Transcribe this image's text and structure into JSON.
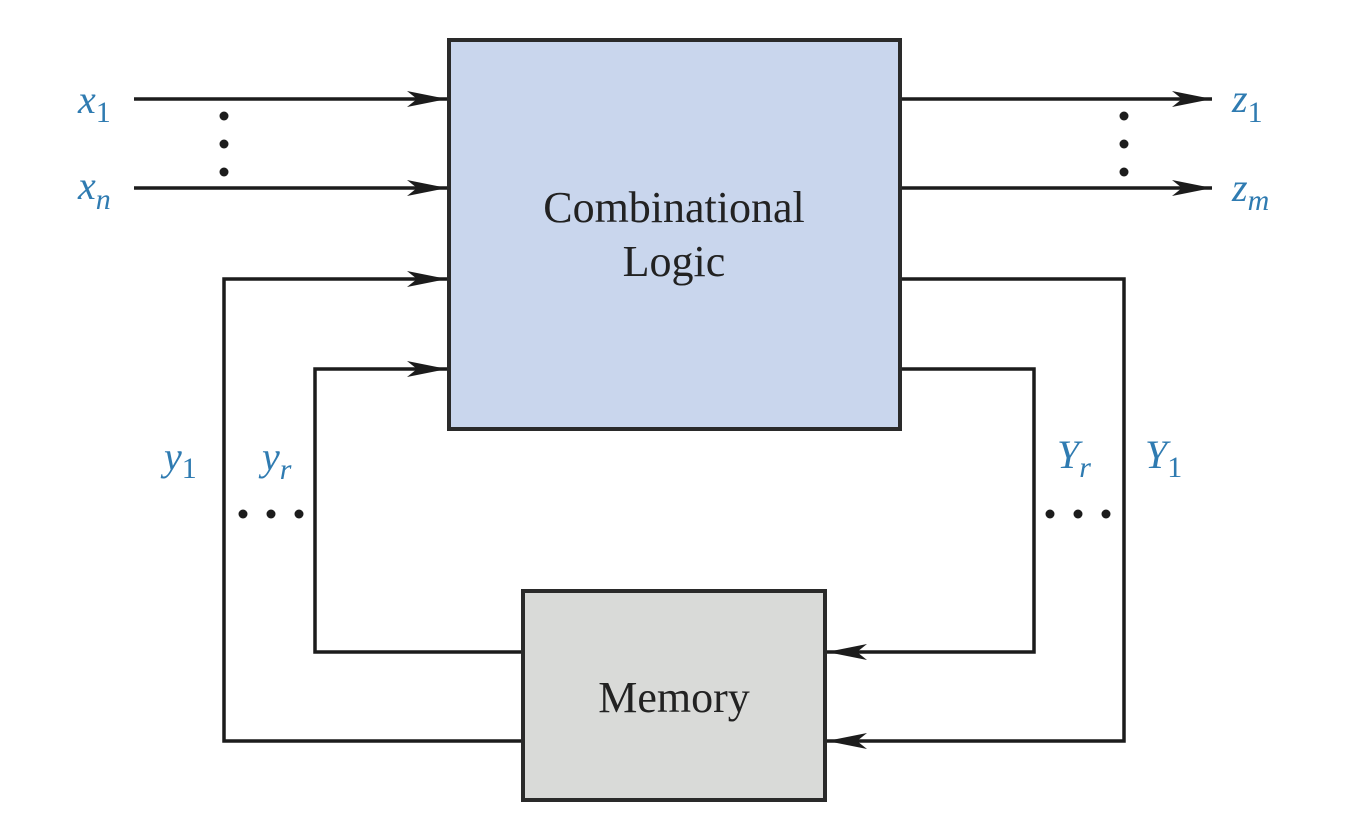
{
  "blocks": {
    "combinational": {
      "line1": "Combinational",
      "line2": "Logic",
      "fill": "#c9d6ed"
    },
    "memory": {
      "label": "Memory",
      "fill": "#d9dad8"
    }
  },
  "signals": {
    "x1": {
      "base": "x",
      "sub": "1"
    },
    "xn": {
      "base": "x",
      "sub": "n"
    },
    "z1": {
      "base": "z",
      "sub": "1"
    },
    "zm": {
      "base": "z",
      "sub": "m"
    },
    "y1": {
      "base": "y",
      "sub": "1"
    },
    "yr": {
      "base": "y",
      "sub": "r"
    },
    "Yr": {
      "base": "Y",
      "sub": "r"
    },
    "Y1": {
      "base": "Y",
      "sub": "1"
    }
  },
  "colors": {
    "signal_label": "#2f7bb1",
    "line": "#1c1c1c",
    "block_border": "#2a2a2a"
  }
}
